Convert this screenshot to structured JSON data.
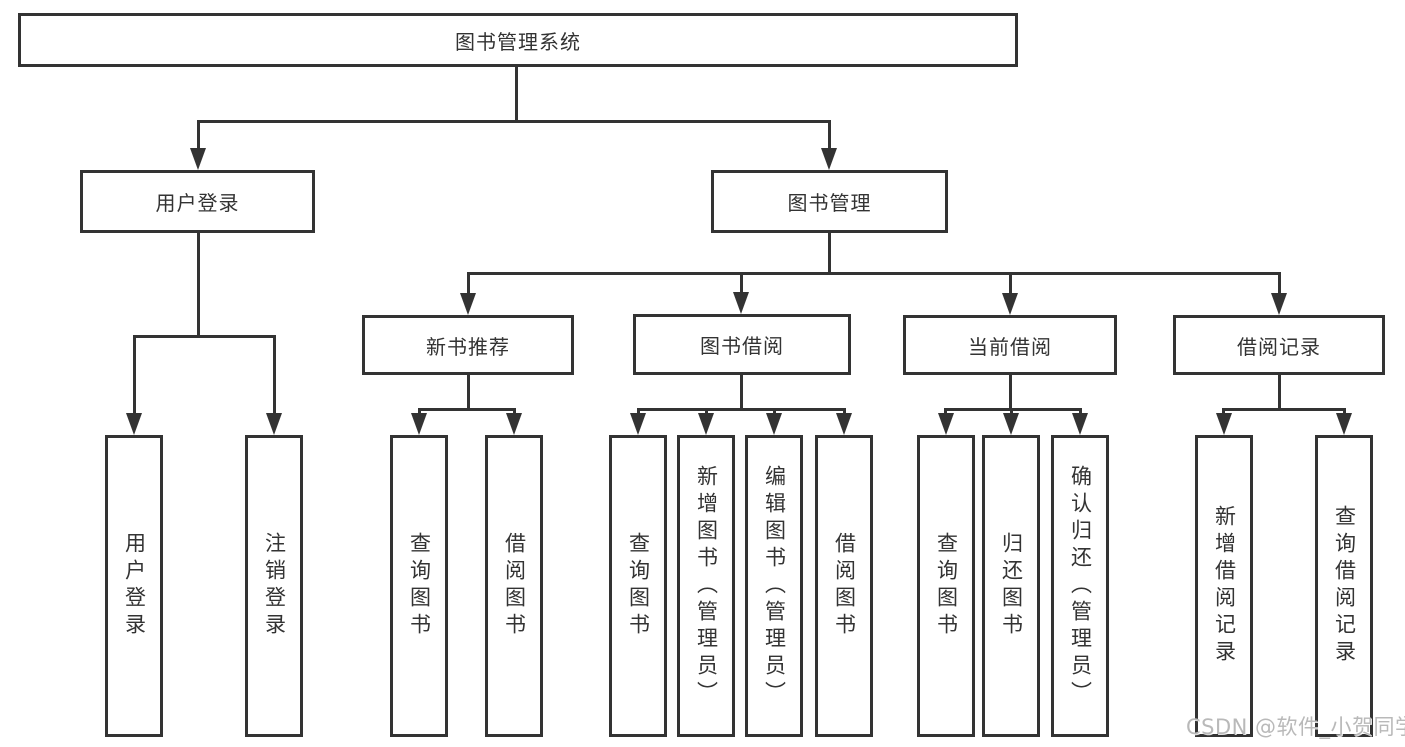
{
  "diagram": {
    "root": "图书管理系统",
    "user_login": {
      "label": "用户登录",
      "children": [
        "用户登录",
        "注销登录"
      ]
    },
    "book_mgmt": {
      "label": "图书管理",
      "sections": {
        "new_books": {
          "label": "新书推荐",
          "children": [
            "查询图书",
            "借阅图书"
          ]
        },
        "borrow": {
          "label": "图书借阅",
          "children": [
            "查询图书",
            "新增图书（管理员）",
            "编辑图书（管理员）",
            "借阅图书"
          ]
        },
        "current": {
          "label": "当前借阅",
          "children": [
            "查询图书",
            "归还图书",
            "确认归还（管理员）"
          ]
        },
        "records": {
          "label": "借阅记录",
          "children": [
            "新增借阅记录",
            "查询借阅记录"
          ]
        }
      }
    }
  },
  "watermark": "CSDN @软件_小贺同学",
  "colors": {
    "line": "#333333",
    "text": "#333333",
    "background": "#ffffff",
    "watermark": "#b9b9b9"
  }
}
